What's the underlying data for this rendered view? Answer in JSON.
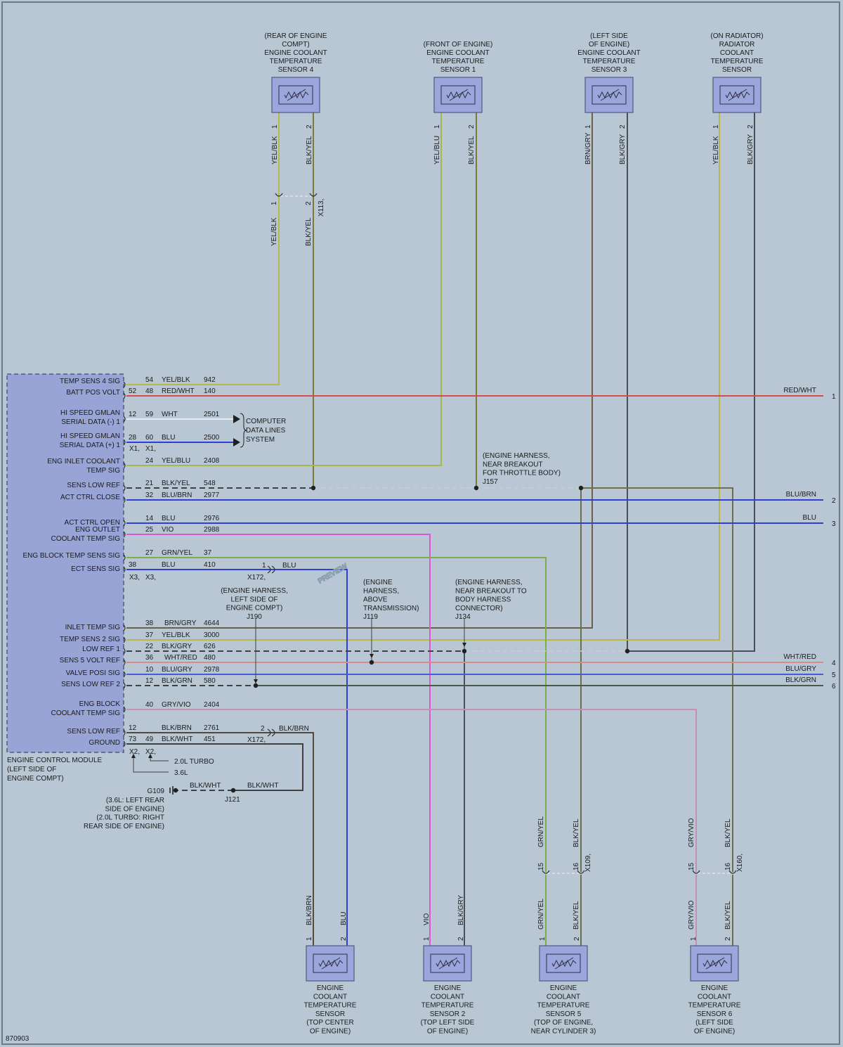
{
  "diagram_id": "870903",
  "watermark": "PREVIEW",
  "colors": {
    "YEL": "#b8b84a",
    "RED": "#d94a4a",
    "WHT": "#e6ecef",
    "BLU": "#2e3fd6",
    "VIO": "#d65ad6",
    "GRN": "#7ab04a",
    "BRN": "#6d6049",
    "BLK": "#404040",
    "GRY": "#8b9098",
    "GRYVIO": "#c58fb8",
    "ECM": "#98a4d6",
    "SENSOR": "#9aa6dc"
  },
  "ecm": {
    "title_lines": [
      "ENGINE CONTROL MODULE",
      "(LEFT SIDE OF",
      "ENGINE COMPT)"
    ],
    "pins": [
      {
        "label": [
          "TEMP SENS 4 SIG"
        ],
        "outer": "54",
        "wire": "YEL/BLK",
        "circuit": "942"
      },
      {
        "label": [
          "BATT POS VOLT"
        ],
        "inner": "52",
        "outer": "48",
        "wire": "RED/WHT",
        "circuit": "140"
      },
      {
        "label": [
          "HI SPEED GMLAN",
          "SERIAL DATA (-) 1"
        ],
        "inner": "12",
        "outer": "59",
        "wire": "WHT",
        "circuit": "2501"
      },
      {
        "label": [
          "HI SPEED GMLAN",
          "SERIAL DATA (+) 1"
        ],
        "inner": "28",
        "outer": "60",
        "wire": "BLU",
        "circuit": "2500"
      },
      {
        "label": [
          "ENG INLET COOLANT",
          "TEMP SIG"
        ],
        "outer": "24",
        "wire": "YEL/BLU",
        "circuit": "2408"
      },
      {
        "label": [
          "SENS LOW REF"
        ],
        "outer": "21",
        "wire": "BLK/YEL",
        "circuit": "548"
      },
      {
        "label": [
          "ACT CTRL CLOSE"
        ],
        "outer": "32",
        "wire": "BLU/BRN",
        "circuit": "2977"
      },
      {
        "label": [
          "ACT CTRL OPEN"
        ],
        "outer": "14",
        "wire": "BLU",
        "circuit": "2976"
      },
      {
        "label": [
          "ENG OUTLET",
          "COOLANT TEMP SIG"
        ],
        "outer": "25",
        "wire": "VIO",
        "circuit": "2988"
      },
      {
        "label": [
          "ENG BLOCK TEMP SENS SIG"
        ],
        "outer": "27",
        "wire": "GRN/YEL",
        "circuit": "37"
      },
      {
        "label": [
          "ECT SENS SIG"
        ],
        "inner": "38",
        "wire": "BLU",
        "circuit": "410"
      },
      {
        "label": [
          "INLET TEMP SIG"
        ],
        "outer": "38",
        "wire": "BRN/GRY",
        "circuit": "4644"
      },
      {
        "label": [
          "TEMP SENS 2 SIG"
        ],
        "outer": "37",
        "wire": "YEL/BLK",
        "circuit": "3000"
      },
      {
        "label": [
          "LOW REF 1"
        ],
        "outer": "22",
        "wire": "BLK/GRY",
        "circuit": "626"
      },
      {
        "label": [
          "SENS 5 VOLT REF"
        ],
        "outer": "36",
        "wire": "WHT/RED",
        "circuit": "480"
      },
      {
        "label": [
          "VALVE POSI SIG"
        ],
        "outer": "10",
        "wire": "BLU/GRY",
        "circuit": "2978"
      },
      {
        "label": [
          "SENS LOW REF 2"
        ],
        "outer": "12",
        "wire": "BLK/GRN",
        "circuit": "580"
      },
      {
        "label": [
          "ENG BLOCK",
          "COOLANT TEMP SIG"
        ],
        "outer": "40",
        "wire": "GRY/VIO",
        "circuit": "2404"
      },
      {
        "label": [
          "SENS LOW REF"
        ],
        "inner": "12",
        "wire": "BLK/BRN",
        "circuit": "2761"
      },
      {
        "label": [
          "GROUND"
        ],
        "inner": "73",
        "outer": "49",
        "wire": "BLK/WHT",
        "circuit": "451"
      }
    ],
    "connectors": {
      "x1": "X1",
      "x2": "X2",
      "x3": "X3"
    }
  },
  "computer_data_lines": [
    "COMPUTER",
    "DATA LINES",
    "SYSTEM"
  ],
  "top_sensors": [
    {
      "lines": [
        "(REAR OF ENGINE",
        "COMPT)",
        "ENGINE COOLANT",
        "TEMPERATURE",
        "SENSOR 4"
      ],
      "wire1": "YEL/BLK",
      "wire2": "BLK/YEL",
      "pin1": "1",
      "pin2": "2"
    },
    {
      "lines": [
        "(FRONT OF ENGINE)",
        "ENGINE COOLANT",
        "TEMPERATURE",
        "SENSOR 1"
      ],
      "wire1": "YEL/BLU",
      "wire2": "BLK/YEL",
      "pin1": "1",
      "pin2": "2"
    },
    {
      "lines": [
        "(LEFT SIDE",
        "OF ENGINE)",
        "ENGINE COOLANT",
        "TEMPERATURE",
        "SENSOR 3"
      ],
      "wire1": "BRN/GRY",
      "wire2": "BLK/GRY",
      "pin1": "1",
      "pin2": "2"
    },
    {
      "lines": [
        "(ON RADIATOR)",
        "RADIATOR",
        "COOLANT",
        "TEMPERATURE",
        "SENSOR"
      ],
      "wire1": "YEL/BLK",
      "wire2": "BLK/GRY",
      "pin1": "1",
      "pin2": "2"
    }
  ],
  "x113": {
    "name": "X113",
    "wire1": "YEL/BLK",
    "wire2": "BLK/YEL",
    "pin1": "1",
    "pin2": "2"
  },
  "bottom_sensors": [
    {
      "lines": [
        "ENGINE",
        "COOLANT",
        "TEMPERATURE",
        "SENSOR",
        "(TOP CENTER",
        "OF ENGINE)"
      ],
      "wire1": "BLK/BRN",
      "wire2": "BLU",
      "pin1": "1",
      "pin2": "2"
    },
    {
      "lines": [
        "ENGINE",
        "COOLANT",
        "TEMPERATURE",
        "SENSOR 2",
        "(TOP LEFT SIDE",
        "OF ENGINE)"
      ],
      "wire1": "VIO",
      "wire2": "BLK/GRY",
      "pin1": "1",
      "pin2": "2"
    },
    {
      "lines": [
        "ENGINE",
        "COOLANT",
        "TEMPERATURE",
        "SENSOR 5",
        "(TOP OF ENGINE,",
        "NEAR CYLINDER 3)"
      ],
      "wire1": "GRN/YEL",
      "wire2": "BLK/YEL",
      "pin1": "1",
      "pin2": "2"
    },
    {
      "lines": [
        "ENGINE",
        "COOLANT",
        "TEMPERATURE",
        "SENSOR 6",
        "(LEFT SIDE",
        "OF ENGINE)"
      ],
      "wire1": "GRY/VIO",
      "wire2": "BLK/YEL",
      "pin1": "1",
      "pin2": "2"
    }
  ],
  "x109": {
    "name": "X109",
    "wire_a": "GRN/YEL",
    "wire_b": "BLK/YEL",
    "pin_a": "15",
    "pin_b": "16"
  },
  "x160": {
    "name": "X160",
    "wire_a": "GRY/VIO",
    "wire_b": "BLK/YEL",
    "pin_a": "15",
    "pin_b": "16"
  },
  "x172": {
    "name": "X172",
    "pin_a": "1",
    "wire_a": "BLU",
    "pin_b": "2",
    "wire_b": "BLK/BRN"
  },
  "splices": {
    "j157": {
      "lines": [
        "(ENGINE HARNESS,",
        "NEAR BREAKOUT",
        "FOR THROTTLE BODY)",
        "J157"
      ]
    },
    "j190": {
      "lines": [
        "(ENGINE HARNESS,",
        "LEFT SIDE OF",
        "ENGINE COMPT)",
        "J190"
      ]
    },
    "j119": {
      "lines": [
        "(ENGINE",
        "HARNESS,",
        "ABOVE",
        "TRANSMISSION)",
        "J119"
      ]
    },
    "j134": {
      "lines": [
        "(ENGINE HARNESS,",
        "NEAR BREAKOUT TO",
        "BODY HARNESS",
        "CONNECTOR)",
        "J134"
      ]
    },
    "j121": {
      "name": "J121"
    }
  },
  "ground": {
    "name": "G109",
    "lines": [
      "(3.6L: LEFT REAR",
      "SIDE OF ENGINE)",
      "(2.0L TURBO: RIGHT",
      "REAR SIDE OF ENGINE)"
    ],
    "wire": "BLK/WHT",
    "turbo": "2.0L TURBO",
    "v6": "3.6L"
  },
  "right_exits": [
    {
      "wire": "RED/WHT",
      "num": "1"
    },
    {
      "wire": "BLU/BRN",
      "num": "2"
    },
    {
      "wire": "BLU",
      "num": "3"
    },
    {
      "wire": "WHT/RED",
      "num": "4"
    },
    {
      "wire": "BLU/GRY",
      "num": "5"
    },
    {
      "wire": "BLK/GRN",
      "num": "6"
    }
  ]
}
